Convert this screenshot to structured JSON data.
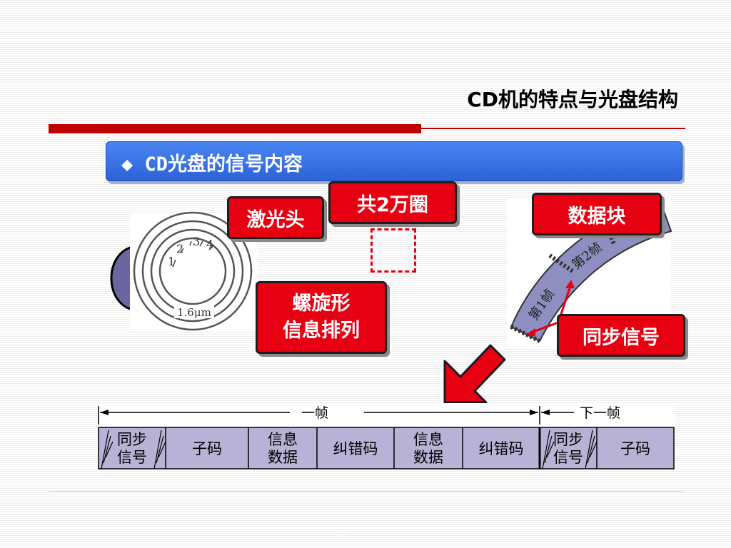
{
  "slide": {
    "title": "CD机的特点与光盘结构",
    "header": "◆ CD光盘的信号内容",
    "page_number": "10"
  },
  "labels": {
    "laser_head": "激光头",
    "circles": "共2万圈",
    "data_block": "数据块",
    "spiral_line1": "螺旋形",
    "spiral_line2": "信息排列",
    "sync_signal": "同步信号"
  },
  "disc": {
    "track_numbers": [
      "1",
      "2",
      "3",
      "4"
    ],
    "track_pitch": "1.6μm"
  },
  "strip": {
    "frame1": "第1帧",
    "frame2": "第2帧"
  },
  "frame": {
    "one_frame": "一帧",
    "next_frame": "下一帧",
    "fields": [
      {
        "line1": "同步",
        "line2": "信号"
      },
      {
        "line1": "子码",
        "line2": ""
      },
      {
        "line1": "信息",
        "line2": "数据"
      },
      {
        "line1": "纠错码",
        "line2": ""
      },
      {
        "line1": "信息",
        "line2": "数据"
      },
      {
        "line1": "纠错码",
        "line2": ""
      },
      {
        "line1": "同步",
        "line2": "信号"
      },
      {
        "line1": "子码",
        "line2": ""
      }
    ]
  },
  "colors": {
    "accent_red": "#e60012",
    "header_blue": "#2c63d8",
    "field_fill": "#b8b3d6"
  }
}
